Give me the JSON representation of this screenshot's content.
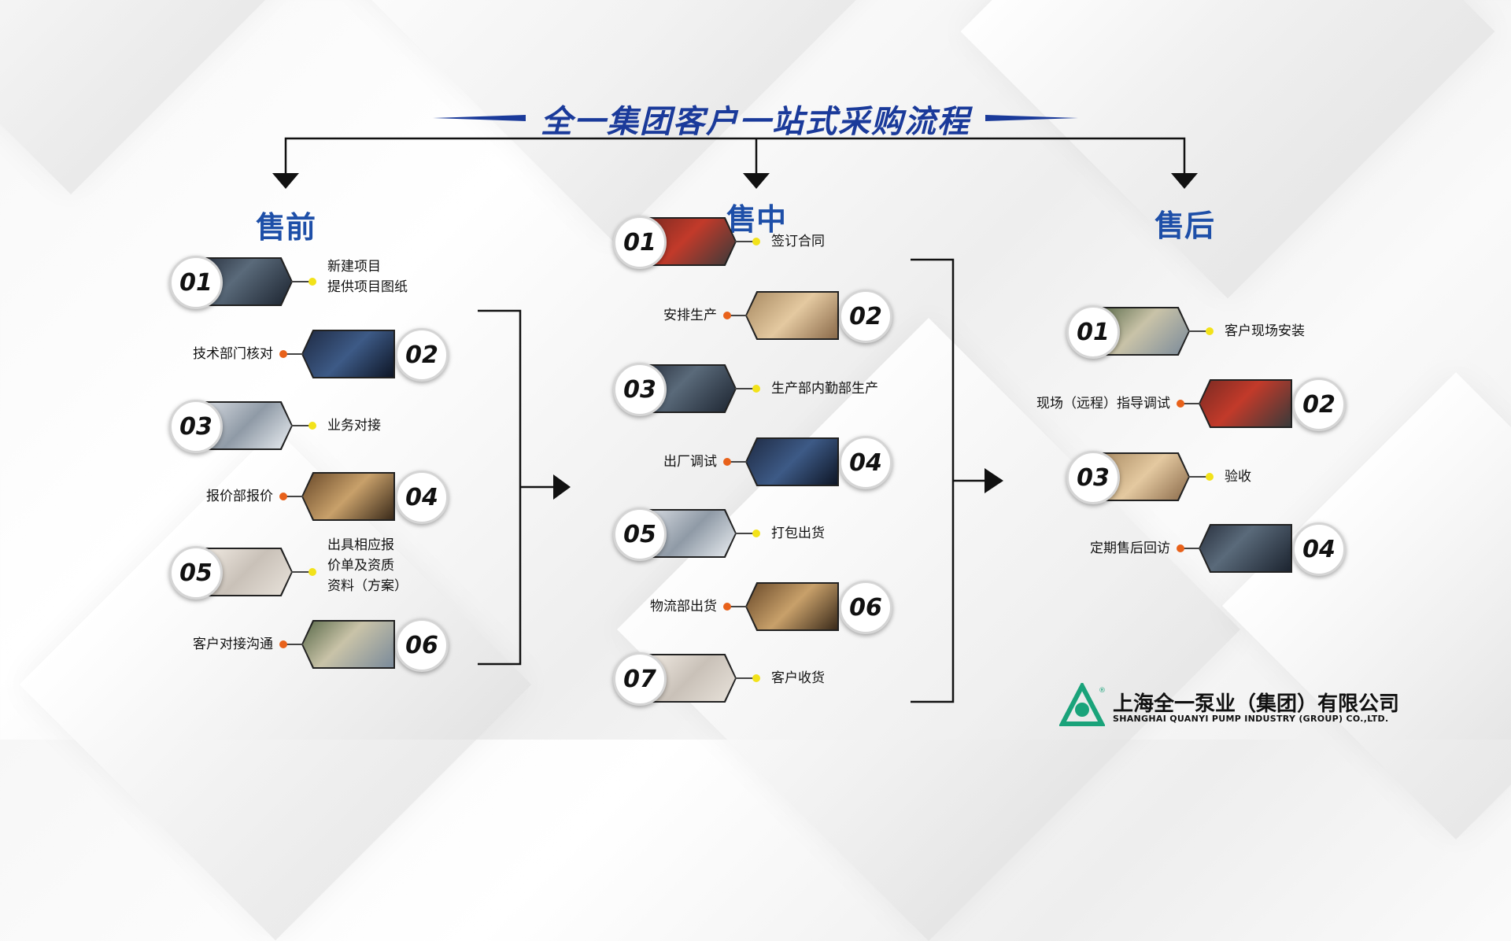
{
  "title": "全一集团客户一站式采购流程",
  "colors": {
    "accent": "#1e4fa8",
    "dot_yellow": "#f2e21a",
    "dot_orange": "#e8611a",
    "logo_green": "#1aa37a"
  },
  "sections": {
    "pre": {
      "title": "售前",
      "steps": [
        {
          "num": "01",
          "label": "新建项目\n提供项目图纸"
        },
        {
          "num": "02",
          "label": "技术部门核对"
        },
        {
          "num": "03",
          "label": "业务对接"
        },
        {
          "num": "04",
          "label": "报价部报价"
        },
        {
          "num": "05",
          "label": "出具相应报\n价单及资质\n资料（方案）"
        },
        {
          "num": "06",
          "label": "客户对接沟通"
        }
      ]
    },
    "mid": {
      "title": "售中",
      "steps": [
        {
          "num": "01",
          "label": "签订合同"
        },
        {
          "num": "02",
          "label": "安排生产"
        },
        {
          "num": "03",
          "label": "生产部内勤部生产"
        },
        {
          "num": "04",
          "label": "出厂调试"
        },
        {
          "num": "05",
          "label": "打包出货"
        },
        {
          "num": "06",
          "label": "物流部出货"
        },
        {
          "num": "07",
          "label": "客户收货"
        }
      ]
    },
    "post": {
      "title": "售后",
      "steps": [
        {
          "num": "01",
          "label": "客户现场安装"
        },
        {
          "num": "02",
          "label": "现场（远程）指导调试"
        },
        {
          "num": "03",
          "label": "验收"
        },
        {
          "num": "04",
          "label": "定期售后回访"
        }
      ]
    }
  },
  "company": {
    "name_cn": "上海全一泵业（集团）有限公司",
    "name_en": "SHANGHAI QUANYI PUMP INDUSTRY (GROUP) CO.,LTD.",
    "logo_mark": "®"
  }
}
